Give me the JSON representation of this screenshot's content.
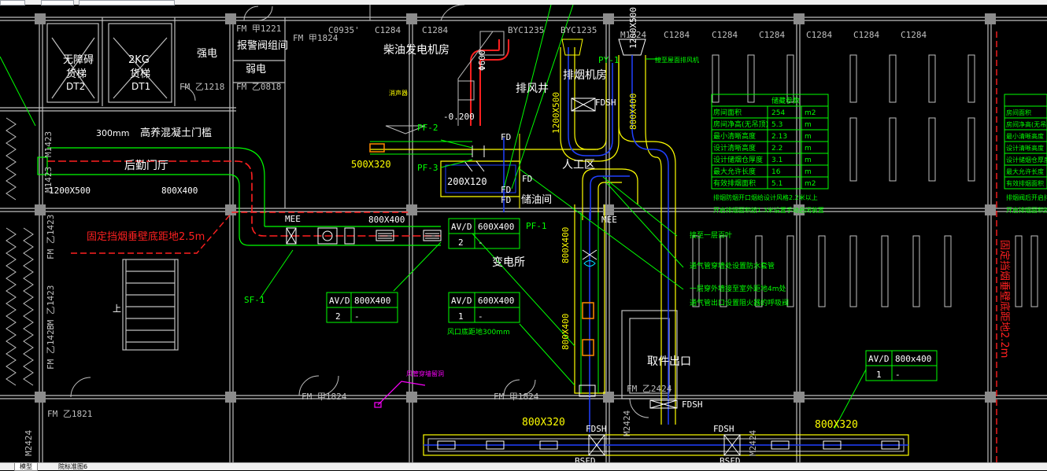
{
  "colors": {
    "wall": "#bfbfbf",
    "green": "#00ff00",
    "red": "#ff2020",
    "yellow": "#ffff00",
    "blue": "#2040ff",
    "white": "#ffffff",
    "magenta": "#ff00ff",
    "column": "#8c8c8c"
  },
  "tabs": {
    "model": "模型",
    "layout": "院标准图6"
  },
  "rooms": {
    "elevator_nobarrier": "无障碍",
    "elevator_nobarrier_2": "货梯",
    "elevator_nobarrier_id": "DT2",
    "elevator_cargo": "2KG",
    "elevator_cargo_2": "货梯",
    "elevator_cargo_id": "DT1",
    "strong_power": "强电",
    "alarm_valve": "报警阀组间",
    "weak_power": "弱电",
    "diesel_room": "柴油发电机房",
    "exhaust_shaft": "排风井",
    "exhaust_room": "排烟机房",
    "back_hall": "后勤门厅",
    "threshold": "高养混凝土门槛",
    "threshold_dim": "300mm",
    "manual_area": "人工区",
    "oil_room": "储油间",
    "substation": "变电所",
    "pickup": "取件出口"
  },
  "door_tags": [
    "FM 甲1221",
    "FM 甲1824",
    "C0935'",
    "C1284",
    "C1284",
    "BYC1235",
    "BYC1235",
    "M1224",
    "C1284",
    "C1284",
    "C1284",
    "C1284",
    "C1284",
    "C1284",
    "FM 乙1218",
    "FM 乙0818",
    "M1423",
    "M1423",
    "FM 乙1423",
    "FM 乙1423",
    "FM 乙1423",
    "FM 乙1821",
    "M2424",
    "FM 甲1824",
    "FM 甲1824",
    "FM 乙2424",
    "M2424",
    "M2424"
  ],
  "duct_labels": {
    "d1": "1200X500",
    "d2": "800X400",
    "d3": "800X400",
    "d4": "500X320",
    "d5": "200X120",
    "d6": "800X400",
    "d7": "800X400",
    "d8": "800X400",
    "d9": "1200X500",
    "d10": "800X320",
    "d11": "800X320",
    "d12": "1200X500",
    "phi": "Φ600",
    "elev": "-0.200",
    "muffler": "消声器"
  },
  "equip_tags": {
    "mee1": "MEE",
    "mee2": "MEE",
    "pf1": "PF-1",
    "pf2": "PF-2",
    "pf3": "PF-3",
    "py1": "PY-1",
    "sf1": "SF-1",
    "fd1": "FD",
    "fd2": "FD",
    "fd3": "FD",
    "fd4": "FD",
    "fdsh1": "FDSH",
    "fdsh2": "FDSH",
    "fdsh3": "FDSH",
    "fdsh4": "FDSH",
    "bsfd1": "BSFD",
    "bsfd2": "BSFD"
  },
  "av_tables": [
    {
      "head": "AV/D",
      "size": "600X400",
      "count": "2",
      "mark": "-"
    },
    {
      "head": "AV/D",
      "size": "800X400",
      "count": "2",
      "mark": "-"
    },
    {
      "head": "AV/D",
      "size": "600X400",
      "count": "1",
      "mark": "-"
    },
    {
      "head": "AV/D",
      "size": "800x400",
      "count": "1",
      "mark": "-"
    }
  ],
  "notes": {
    "red_left": "固定挡烟垂壁底距地2.5m",
    "red_right": "固定挡烟垂壁底距地2.2m",
    "vent_bottom": "风口底距地300mm",
    "n1": "接至一层百叶",
    "n2": "通气管穿墙处设置防水套管",
    "n3": "一层穿外墙接至室外距地4m处",
    "n4": "通气管出口设置阻火器的呼吸阀",
    "n5": "接至屋面排风机",
    "magenta": "风管穿墙留洞",
    "stair_up": "上"
  },
  "info_table": {
    "header": "储藏参数",
    "rows": [
      [
        "房间面积",
        "254",
        "m2"
      ],
      [
        "房间净高(无吊顶)",
        "5.3",
        "m"
      ],
      [
        "最小清晰高度",
        "2.13",
        "m"
      ],
      [
        "设计清晰高度",
        "2.2",
        "m"
      ],
      [
        "设计储烟仓厚度",
        "3.1",
        "m"
      ],
      [
        "最大允许长度",
        "16",
        "m"
      ],
      [
        "有效排烟面积",
        "5.1",
        "m2"
      ]
    ],
    "foot1": "排烟防烟开口烟给设计风格2.2米以上",
    "foot2": "开启排烟面积按1.3米设置手动启闭装置"
  },
  "info_table_right": {
    "rows": [
      "房间面积",
      "房间净高(无吊顶)",
      "最小清晰高度",
      "设计清晰高度",
      "设计储烟仓厚度",
      "最大允许长度",
      "有效排烟面积"
    ],
    "foot1": "排烟阀后开启排烟",
    "foot2": "开启排烟面积按"
  }
}
